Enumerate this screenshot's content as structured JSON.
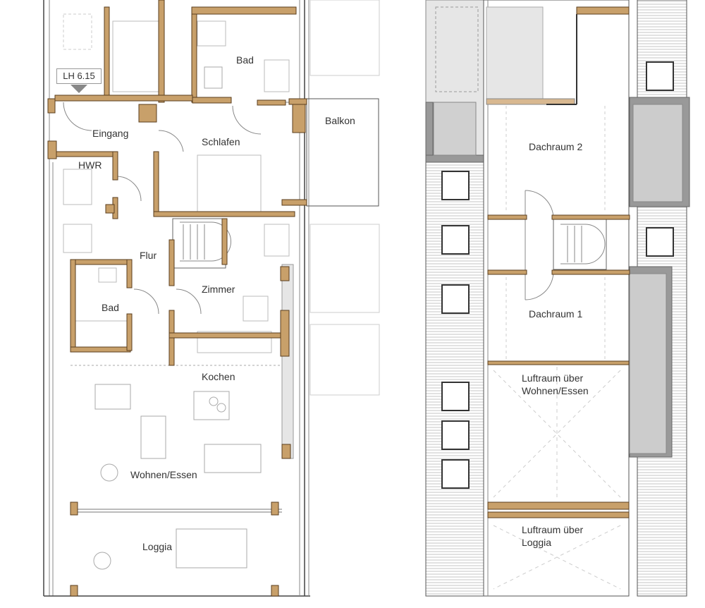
{
  "level_tag": "LH 6.15",
  "lower_floor": {
    "rooms": {
      "bad_top": "Bad",
      "balkon": "Balkon",
      "eingang": "Eingang",
      "schlafen": "Schlafen",
      "hwr": "HWR",
      "flur": "Flur",
      "zimmer": "Zimmer",
      "bad_bottom": "Bad",
      "kochen": "Kochen",
      "wohnen_essen": "Wohnen/Essen",
      "loggia": "Loggia"
    }
  },
  "upper_floor": {
    "rooms": {
      "dachraum_2": "Dachraum 2",
      "dachraum_1": "Dachraum 1",
      "luftraum_wohnen": "Luftraum über Wohnen/Essen",
      "luftraum_loggia": "Luftraum über Loggia"
    }
  },
  "colors": {
    "wall": "#c8a06a",
    "wall_outline": "#5a3e1e",
    "grey_block": "#c8c8c8",
    "light_grey": "#e6e6e6"
  }
}
